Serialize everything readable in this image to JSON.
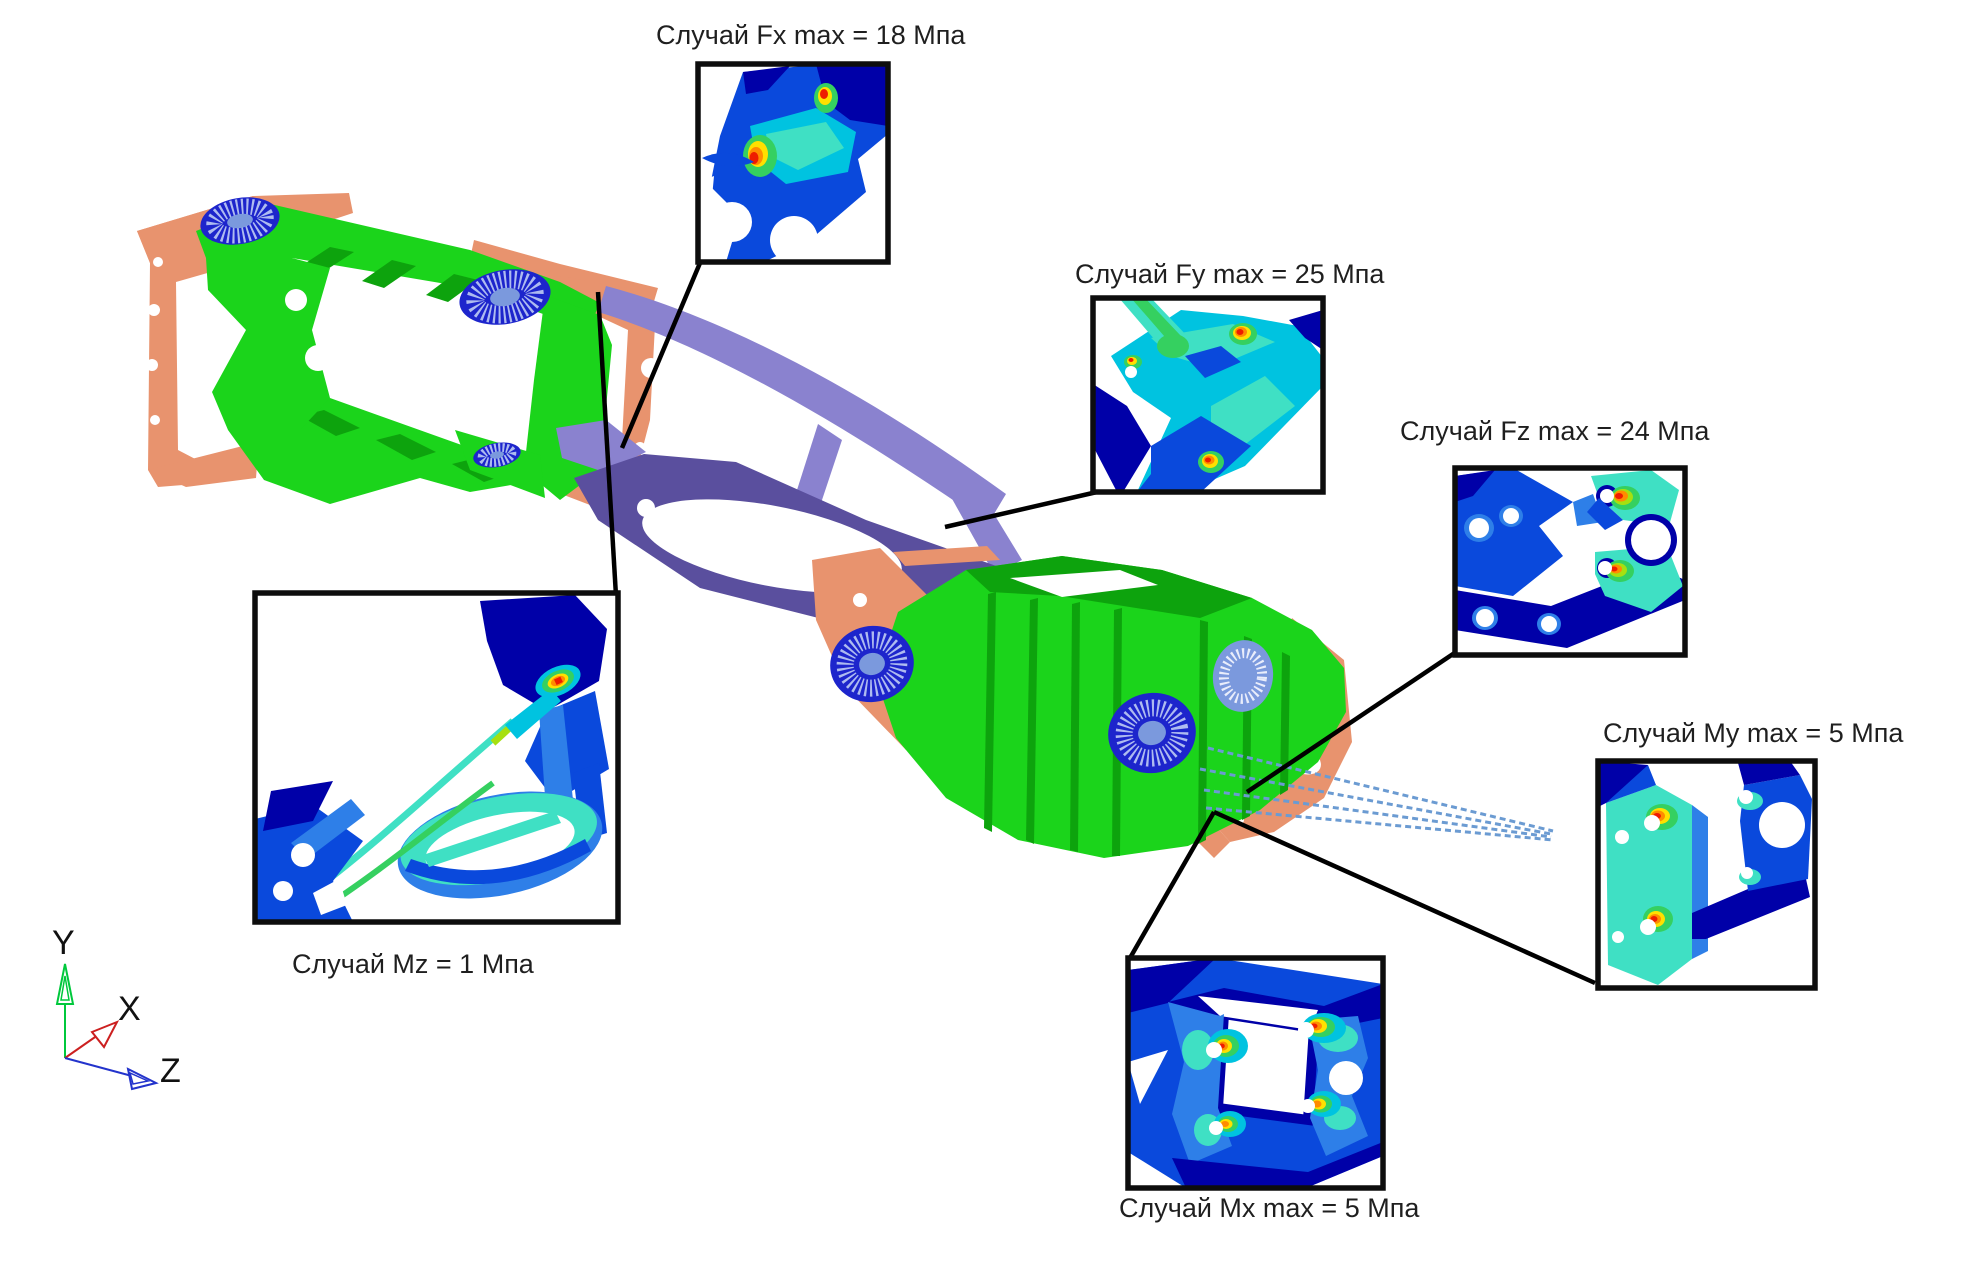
{
  "figure": {
    "type": "fea-stress-assembly-diagram",
    "language": "ru"
  },
  "callouts": {
    "fx": {
      "label": "Случай Fx max = 18 Мпа"
    },
    "fy": {
      "label": "Случай Fy max = 25 Мпа"
    },
    "fz": {
      "label": "Случай Fz max = 24 Мпа"
    },
    "my": {
      "label": "Случай My max = 5 Мпа"
    },
    "mz": {
      "label": "Случай Mz = 1 Мпа"
    },
    "mx": {
      "label": "Случай Mx max = 5 Мпа"
    }
  },
  "axis_triad": {
    "x_label": "X",
    "y_label": "Y",
    "z_label": "Z"
  },
  "colors": {
    "frame_green": "#1bd41b",
    "frame_green_dark": "#0da30d",
    "bracket_orange": "#e8936e",
    "lattice_purple_light": "#8a82cf",
    "lattice_purple_dark": "#5a4f9e",
    "disc_blue": "#1d25cc",
    "disc_spoke": "#aebbf0",
    "disc_inner": "#7b99dd",
    "chain_blue": "#6b9bd2",
    "leader": "#000000",
    "border": "#0d0d0d",
    "text": "#1f1f1f",
    "stress_dark_blue": "#0000a8",
    "stress_blue": "#0a49dc",
    "stress_azure": "#2e7fe8",
    "stress_cyan": "#00c3e0",
    "stress_teal": "#3fe0c4",
    "stress_green": "#35d060",
    "stress_yellow_green": "#a6e010",
    "stress_yellow": "#ffe000",
    "stress_orange": "#ff8c00",
    "stress_red": "#ee1c00",
    "axis_x_red": "#cc2020",
    "axis_y_green": "#00c83c",
    "axis_z_blue": "#2333cc"
  }
}
